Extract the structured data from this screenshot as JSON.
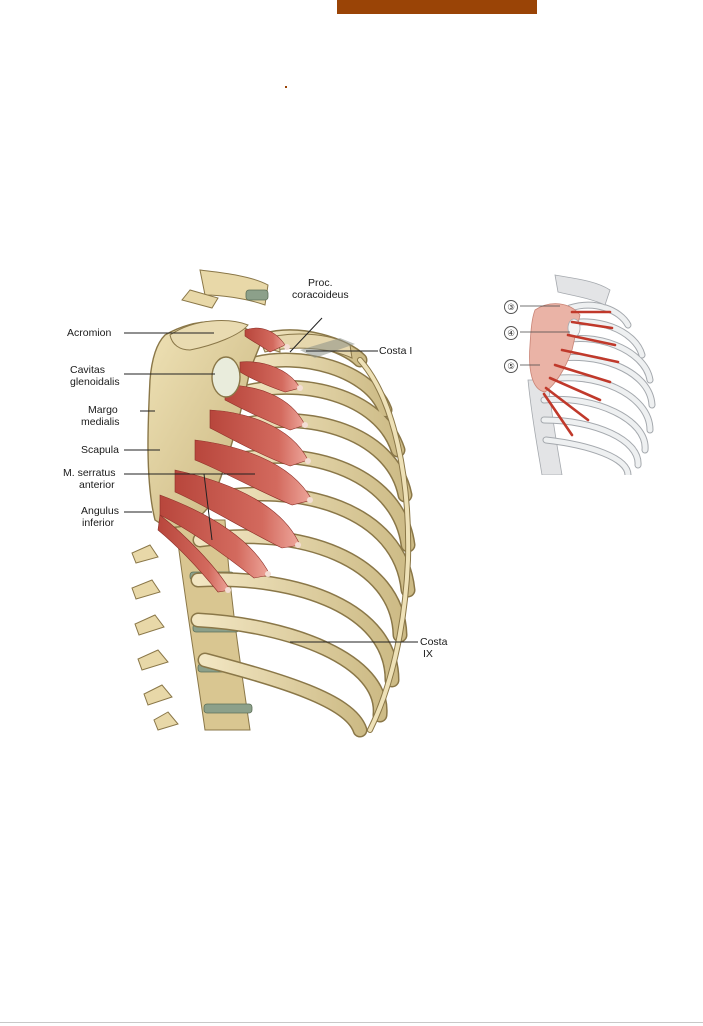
{
  "colors": {
    "header_bar": "#9a4406",
    "bone": "#e6d7ad",
    "bone_shadow": "#b9a470",
    "bone_outline": "#8a7748",
    "muscle": "#c8574c",
    "muscle_light": "#e4948a",
    "cartilage": "#e9ecdc",
    "disc": "#8ca08a",
    "inset_bone": "#e3e4e6",
    "inset_outline": "#a5a9ae",
    "inset_muscle": "#c0392b",
    "inset_scapula": "#eab3a6",
    "leader": "#222222",
    "footer_rule": "#c8c8c8"
  },
  "labels": {
    "acromion": "Acromion",
    "cavitas_1": "Cavitas",
    "cavitas_2": "glenoidalis",
    "margo_1": "Margo",
    "margo_2": "medialis",
    "scapula": "Scapula",
    "serratus_1": "M. serratus",
    "serratus_2": "anterior",
    "angulus_1": "Angulus",
    "angulus_2": "inferior",
    "proc_1": "Proc.",
    "proc_2": "coracoideus",
    "costa_i": "Costa I",
    "costa_ix_1": "Costa",
    "costa_ix_2": "IX"
  },
  "inset": {
    "markers": [
      "③",
      "④",
      "⑤"
    ]
  }
}
